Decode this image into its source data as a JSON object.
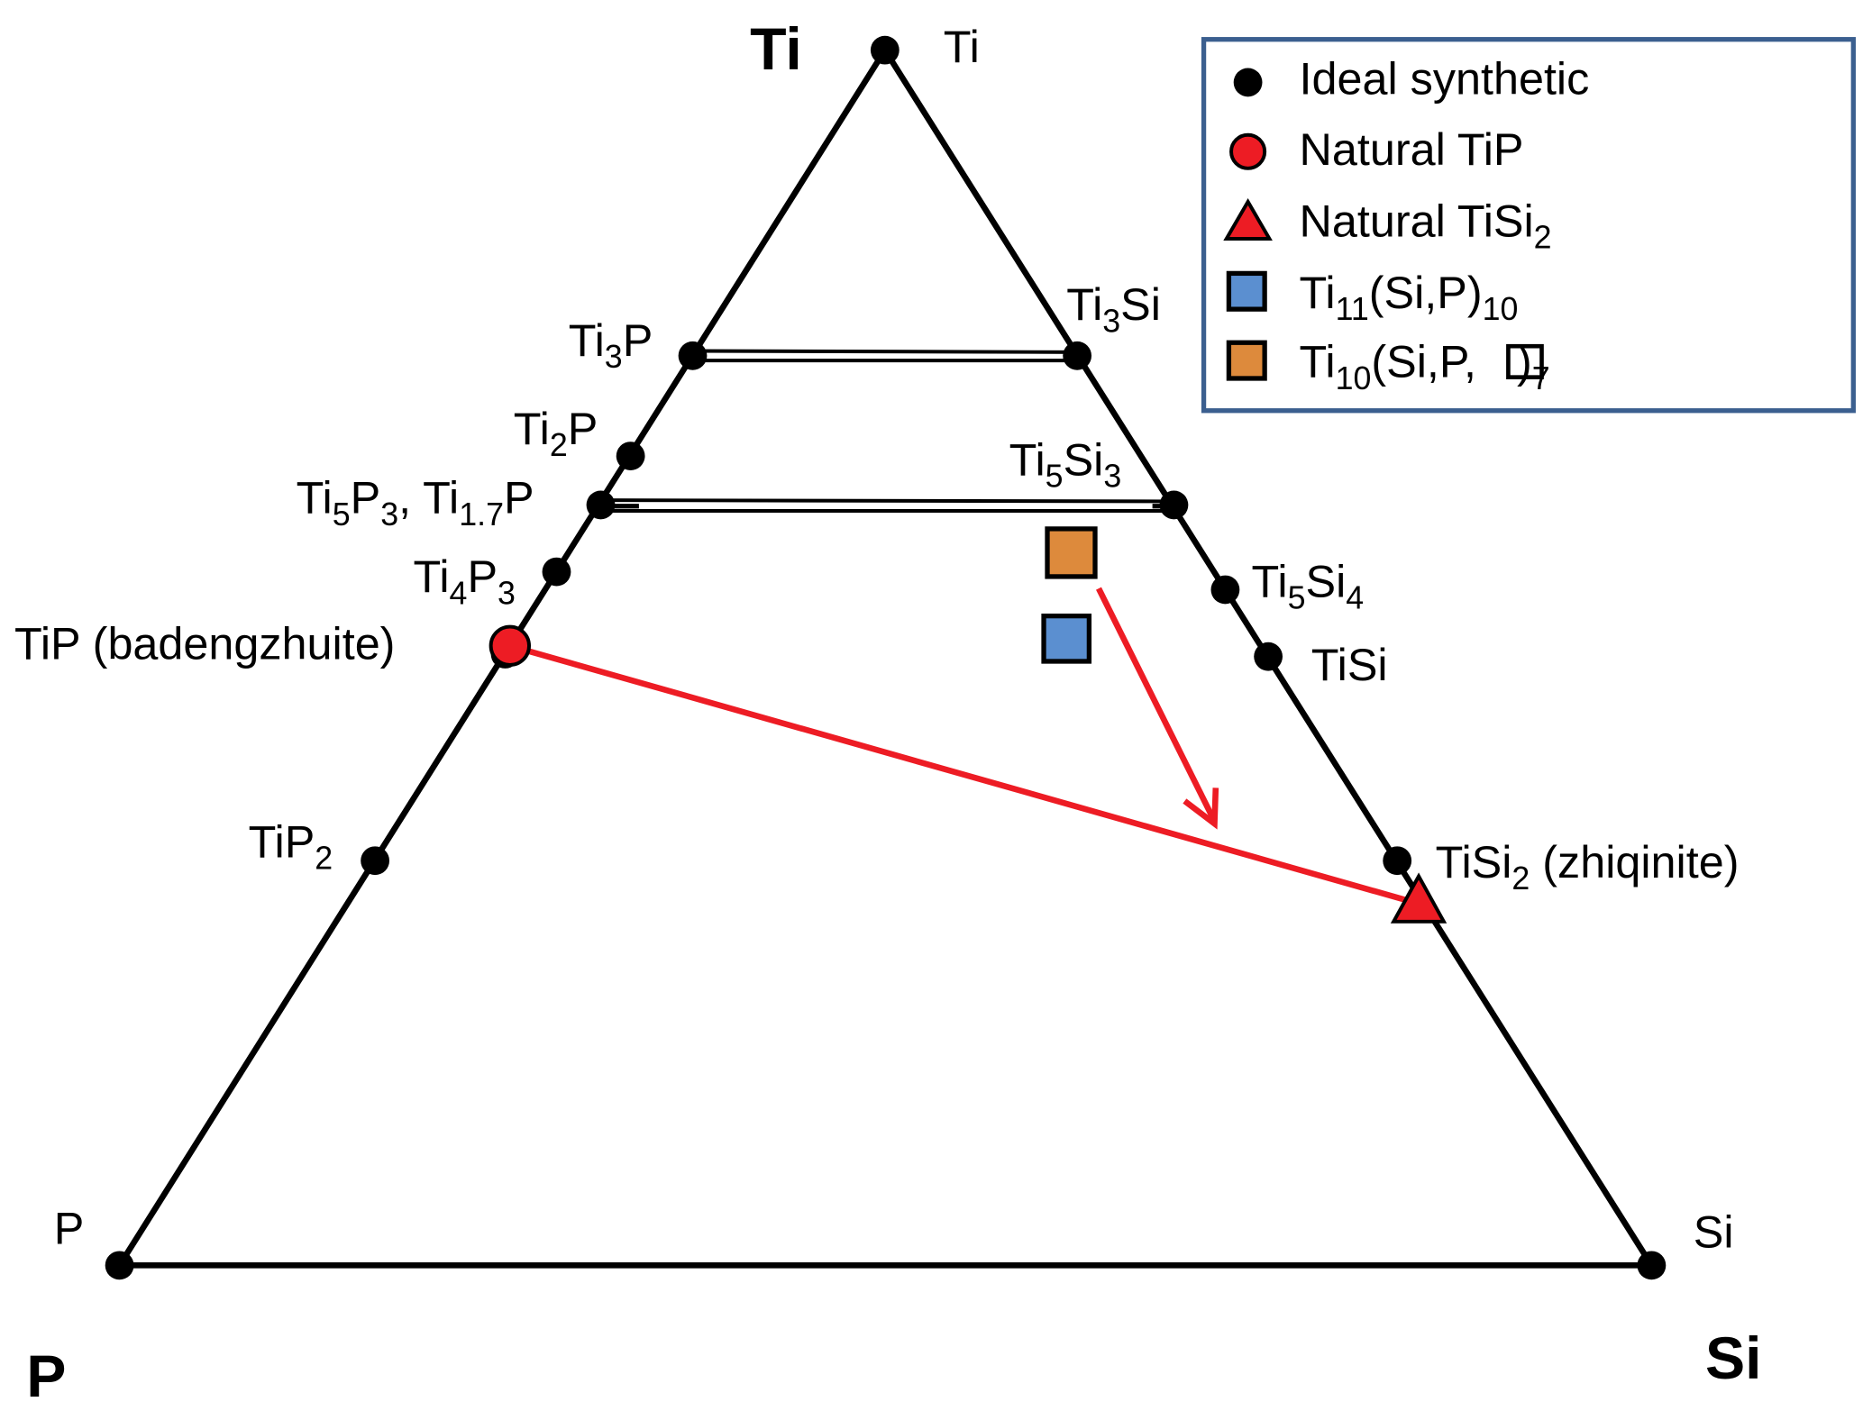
{
  "corners": {
    "top": "Ti",
    "left": "P",
    "right": "Si"
  },
  "corner_small": {
    "top": "Ti",
    "left": "P",
    "right": "Si"
  },
  "labels": {
    "ti3p": {
      "base": "Ti",
      "sub": "3",
      "tail": "P"
    },
    "ti2p": {
      "base": "Ti",
      "sub": "2",
      "tail": "P"
    },
    "ti5p3": {
      "a": "Ti",
      "s1": "5",
      "b": "P",
      "s2": "3",
      "c": ", Ti",
      "s3": "1.7",
      "d": "P"
    },
    "ti4p3": {
      "a": "Ti",
      "s1": "4",
      "b": "P",
      "s2": "3"
    },
    "tip": "TiP (badengzhuite)",
    "tip2": {
      "a": "TiP",
      "s1": "2"
    },
    "ti3si": {
      "a": "Ti",
      "s1": "3",
      "b": "Si"
    },
    "ti5si3": {
      "a": "Ti",
      "s1": "5",
      "b": "Si",
      "s2": "3"
    },
    "ti5si4": {
      "a": "Ti",
      "s1": "5",
      "b": "Si",
      "s2": "4"
    },
    "tisi": "TiSi",
    "tisi2": {
      "a": "TiSi",
      "s1": "2",
      "b": " (zhiqinite)"
    }
  },
  "legend": {
    "items": [
      {
        "text": "Ideal synthetic"
      },
      {
        "text": "Natural TiP"
      },
      {
        "a": "Natural TiSi",
        "s1": "2"
      },
      {
        "a": "Ti",
        "s1": "11",
        "b": "(Si,P)",
        "s2": "10"
      },
      {
        "a": "Ti",
        "s1": "10",
        "b": "(Si,P,",
        "c": ")",
        "s2": "7"
      }
    ]
  },
  "colors": {
    "red": "#ed1c24",
    "blue": "#5b8fd0",
    "orange": "#dd8a3c",
    "legend_border": "#3b5f8f"
  }
}
